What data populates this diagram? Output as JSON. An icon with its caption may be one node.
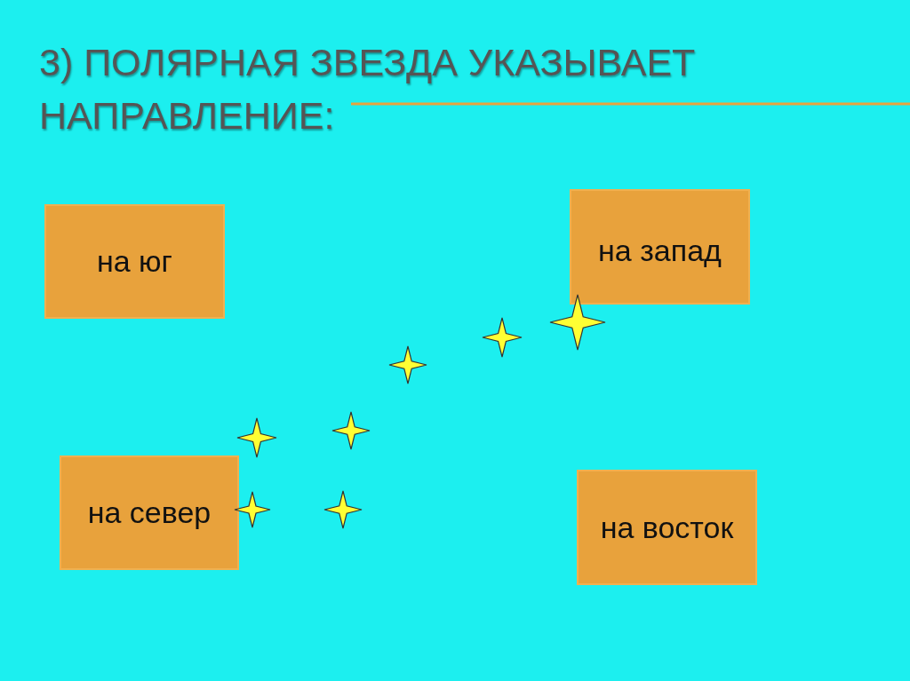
{
  "diagram": {
    "title": "3) ПОЛЯРНАЯ ЗВЕЗДА УКАЗЫВАЕТ НАПРАВЛЕНИЕ:",
    "nodes": [
      {
        "text": [
          "на юг"
        ]
      },
      {
        "text": [
          "на запад"
        ]
      },
      {
        "text": [
          "на север"
        ]
      },
      {
        "text": [
          "на восток"
        ]
      }
    ]
  }
}
